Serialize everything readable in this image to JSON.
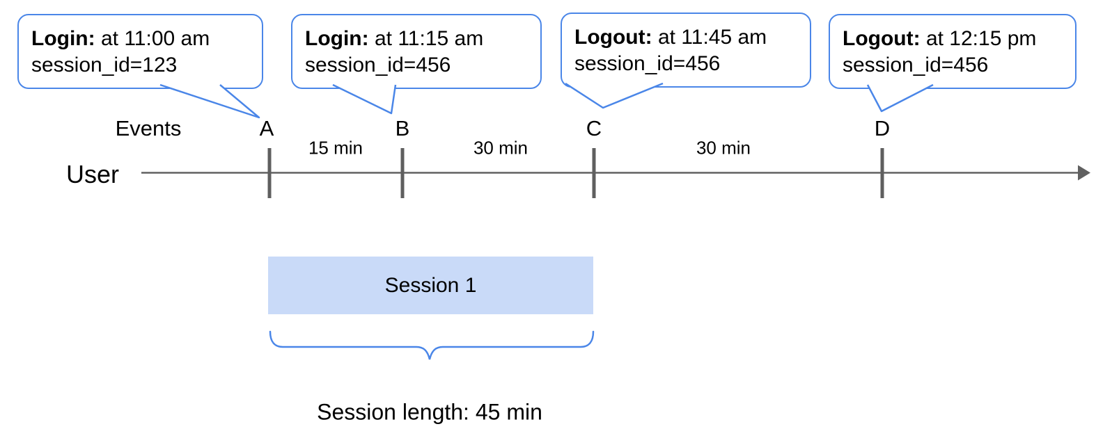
{
  "callouts": [
    {
      "event": "Login:",
      "time": "at 11:00 am",
      "session": "session_id=123"
    },
    {
      "event": "Login:",
      "time": "at 11:15 am",
      "session": "session_id=456"
    },
    {
      "event": "Logout:",
      "time": "at 11:45 am",
      "session": "session_id=456"
    },
    {
      "event": "Logout:",
      "time": "at 12:15 pm",
      "session": "session_id=456"
    }
  ],
  "timeline": {
    "events_label": "Events",
    "axis_label": "User",
    "markers": [
      "A",
      "B",
      "C",
      "D"
    ],
    "intervals": [
      "15 min",
      "30 min",
      "30 min"
    ]
  },
  "session": {
    "box_label": "Session 1",
    "length_label": "Session length: 45 min"
  },
  "colors": {
    "accent_blue": "#4a86e8",
    "session_fill": "#c9daf8",
    "axis_gray": "#606060"
  }
}
